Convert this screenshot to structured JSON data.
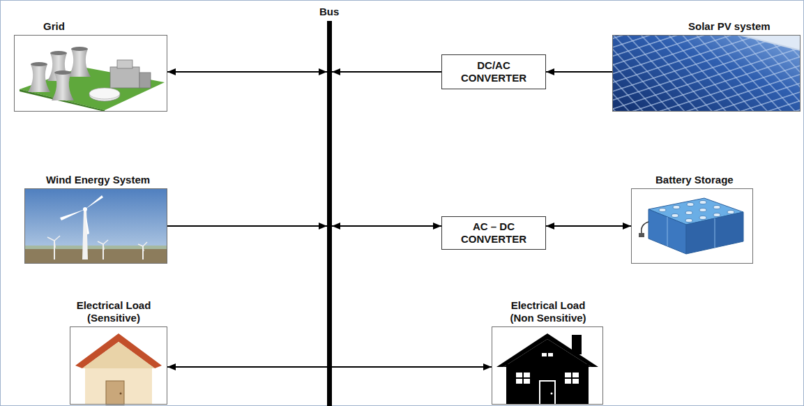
{
  "diagram": {
    "nodes": [
      {
        "text": [
          "Grid"
        ]
      },
      {
        "text": [
          "Bus"
        ]
      },
      {
        "text": [
          "DC/AC CONVERTER"
        ]
      },
      {
        "text": [
          "Solar PV system"
        ]
      },
      {
        "text": [
          "Wind Energy System"
        ]
      },
      {
        "text": [
          "AC – DC CONVERTER"
        ]
      },
      {
        "text": [
          "Battery Storage"
        ]
      },
      {
        "text": [
          "Electrical Load (Sensitive)"
        ]
      },
      {
        "text": [
          "Electrical Load (Non Sensitive)"
        ]
      }
    ],
    "edges": [
      {
        "from": 0,
        "to": 1,
        "arrow": "both"
      },
      {
        "from": 2,
        "to": 1,
        "arrow": "to"
      },
      {
        "from": 3,
        "to": 2,
        "arrow": "to"
      },
      {
        "from": 4,
        "to": 1,
        "arrow": "to"
      },
      {
        "from": 1,
        "to": 5,
        "arrow": "both"
      },
      {
        "from": 5,
        "to": 6,
        "arrow": "both"
      },
      {
        "from": 1,
        "to": 7,
        "arrow": "to"
      },
      {
        "from": 1,
        "to": 8,
        "arrow": "to"
      }
    ]
  }
}
